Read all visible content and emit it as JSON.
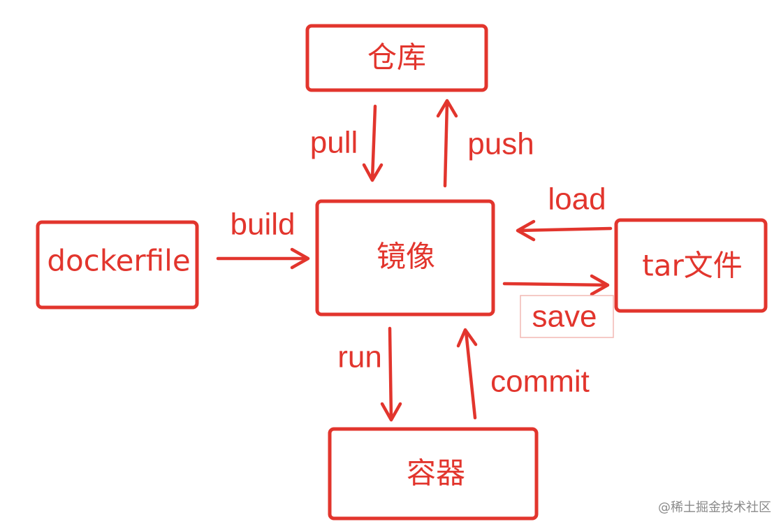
{
  "colors": {
    "accent": "#e2352d",
    "save_box_border": "#f2b8b4",
    "watermark": "#8a8a8a"
  },
  "nodes": {
    "repository": "仓库",
    "image": "镜像",
    "dockerfile": "dockerfile",
    "tar_file": "tar文件",
    "container": "容器"
  },
  "edges": {
    "pull": "pull",
    "push": "push",
    "build": "build",
    "load": "load",
    "save": "save",
    "run": "run",
    "commit": "commit"
  },
  "watermark": "@稀土掘金技术社区"
}
